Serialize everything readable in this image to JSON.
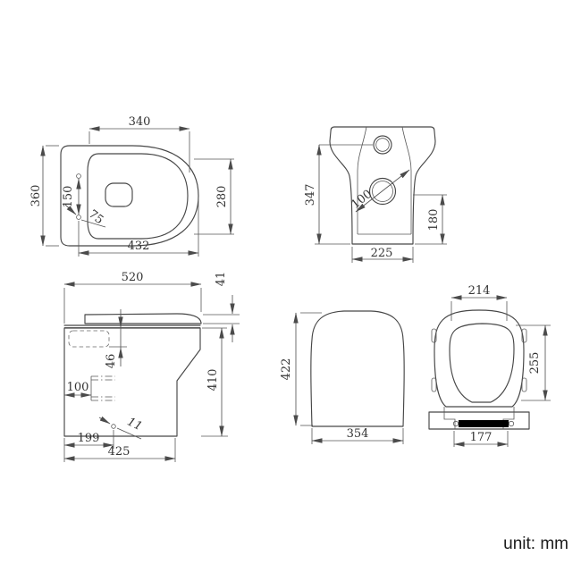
{
  "unit_label": "unit: mm",
  "colors": {
    "line": "#474747",
    "dim_text": "#333333",
    "background": "#ffffff",
    "buffer_fill": "#000000"
  },
  "views": {
    "top": {
      "width_top": "340",
      "overall_width": "360",
      "bowl_length": "280",
      "length_from_hinge": "432",
      "hinge_hole_spacing": "150",
      "hinge_hole_note": "75"
    },
    "rear": {
      "height_to_inlet": "347",
      "outlet_diameter": "100",
      "outlet_height": "180",
      "base_width": "225"
    },
    "side": {
      "total_depth": "520",
      "seat_thickness": "41",
      "rim_detail_height": "46",
      "fixing_offset": "100",
      "rim_height": "410",
      "floor_hole_offset": "199",
      "base_depth": "425",
      "floor_hole_note": "11"
    },
    "front": {
      "height": "422",
      "width": "354"
    },
    "seat": {
      "lid_top_width": "214",
      "lid_depth": "255",
      "buffer_width": "177"
    }
  }
}
